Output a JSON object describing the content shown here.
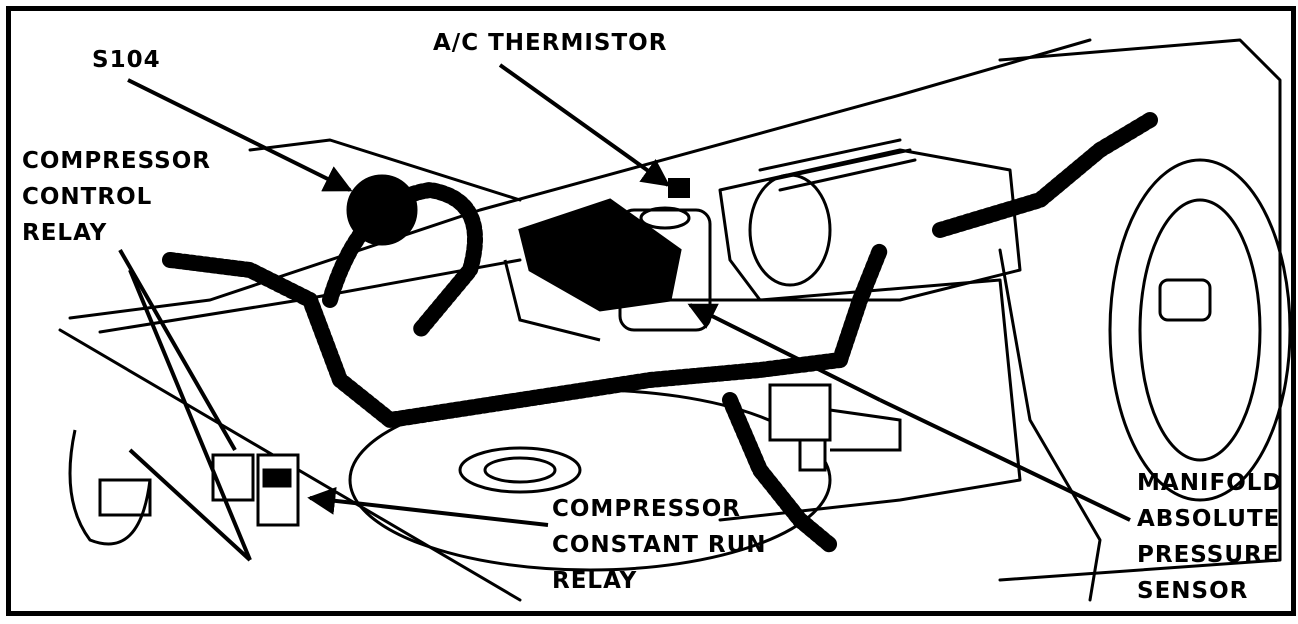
{
  "diagram": {
    "labels": {
      "s104": "S104",
      "ac_thermistor": "A/C THERMISTOR",
      "compressor_control_relay": [
        "COMPRESSOR",
        "CONTROL",
        "RELAY"
      ],
      "compressor_constant_run_relay": [
        "COMPRESSOR",
        "CONSTANT RUN",
        "RELAY"
      ],
      "manifold_absolute_pressure_sensor": [
        "MANIFOLD",
        "ABSOLUTE",
        "PRESSURE",
        "SENSOR"
      ]
    },
    "colors": {
      "ink": "#000000",
      "paper": "#ffffff"
    }
  }
}
